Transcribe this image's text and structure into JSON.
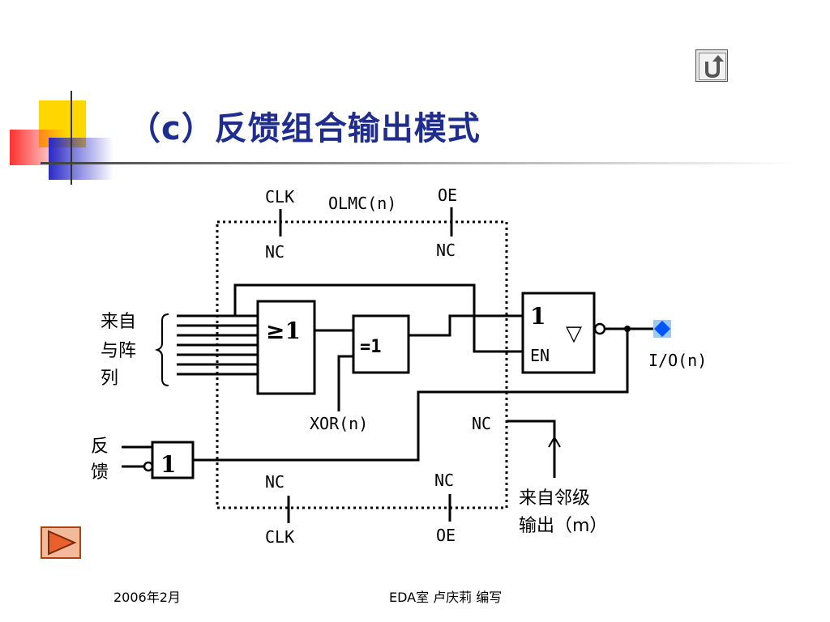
{
  "slide": {
    "title": "（c）反馈组合输出模式",
    "footer_date": "2006年2月",
    "footer_author": "EDA室  卢庆莉  编写"
  },
  "icons": {
    "back": "return-arrow-icon",
    "play": "play-triangle-icon"
  },
  "colors": {
    "title": "#1f2d8f",
    "deco_yellow": "#ffd700",
    "deco_red": "#ff4040",
    "deco_blue": "#3333cc",
    "io_pin": "#0055ff",
    "play_fill": "#e8602c"
  },
  "diagram": {
    "olmc_label": "OLMC(n)",
    "clk_top": "CLK",
    "nc_top_left": "NC",
    "oe_top": "OE",
    "nc_top_right": "NC",
    "or_gate_label": "≥1",
    "xor_gate_label": "=1",
    "xor_label": "XOR(n)",
    "tri_gate_label": "1",
    "tri_triangle": "▽",
    "tri_en": "EN",
    "io_label": "I/O(n)",
    "from_array": [
      "来自",
      "与阵",
      "列"
    ],
    "feedback": [
      "反",
      "馈"
    ],
    "feedback_gate": "1",
    "nc_mid_right": "NC",
    "nc_bottom_left": "NC",
    "clk_bottom": "CLK",
    "nc_bottom_right": "NC",
    "oe_bottom": "OE",
    "from_neighbor": [
      "来自邻级",
      "输出（m）"
    ]
  }
}
